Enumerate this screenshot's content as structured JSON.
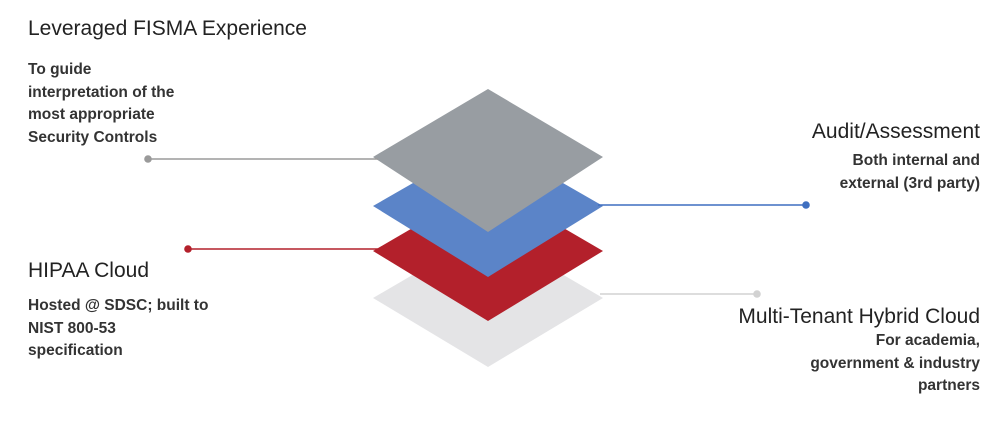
{
  "layers": {
    "fisma": {
      "title": "Leveraged FISMA Experience",
      "description": "To guide\ninterpretation of the\nmost appropriate\nSecurity Controls",
      "color": "#989da2"
    },
    "audit": {
      "title": "Audit/Assessment",
      "description": "Both internal and\nexternal (3rd party)",
      "color": "#5b84c8"
    },
    "hipaa": {
      "title": "HIPAA Cloud",
      "description": "Hosted @ SDSC; built to\nNIST 800-53\nspecification",
      "color": "#b3202b"
    },
    "multitenant": {
      "title": "Multi-Tenant Hybrid Cloud",
      "description": "For academia,\ngovernment & industry\npartners",
      "color": "#e4e4e6"
    }
  },
  "connector_colors": {
    "fisma": "#9a9a9a",
    "audit": "#3f6fc0",
    "hipaa": "#b3202b",
    "multitenant": "#d2d2d2"
  }
}
